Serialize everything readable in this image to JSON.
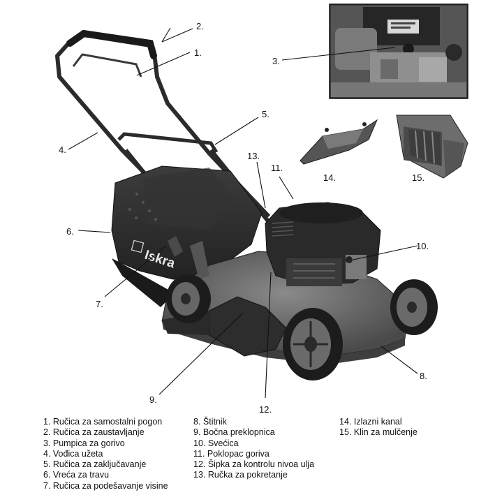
{
  "callouts": [
    "1.",
    "2.",
    "3.",
    "4.",
    "5.",
    "6.",
    "7.",
    "8.",
    "9.",
    "10.",
    "11.",
    "12.",
    "13.",
    "14.",
    "15."
  ],
  "brand_text": "Iskra",
  "legend": {
    "col1": [
      "1. Ručica za samostalni pogon",
      "2. Ručica za zaustavljanje",
      "3. Pumpica za gorivo",
      "4. Vođica užeta",
      "5. Ručica za zaključavanje",
      "6. Vreća za travu",
      "7. Ručica za podešavanje visine"
    ],
    "col2": [
      "8.  Štitnik",
      "9.  Bočna preklopnica",
      "10. Svećica",
      "11. Poklopac goriva",
      "12. Šipka za kontrolu nivoa ulja",
      "13. Ručka za pokretanje"
    ],
    "col3": [
      "14. Izlazni kanal",
      "15. Klin za mulčenje"
    ]
  }
}
